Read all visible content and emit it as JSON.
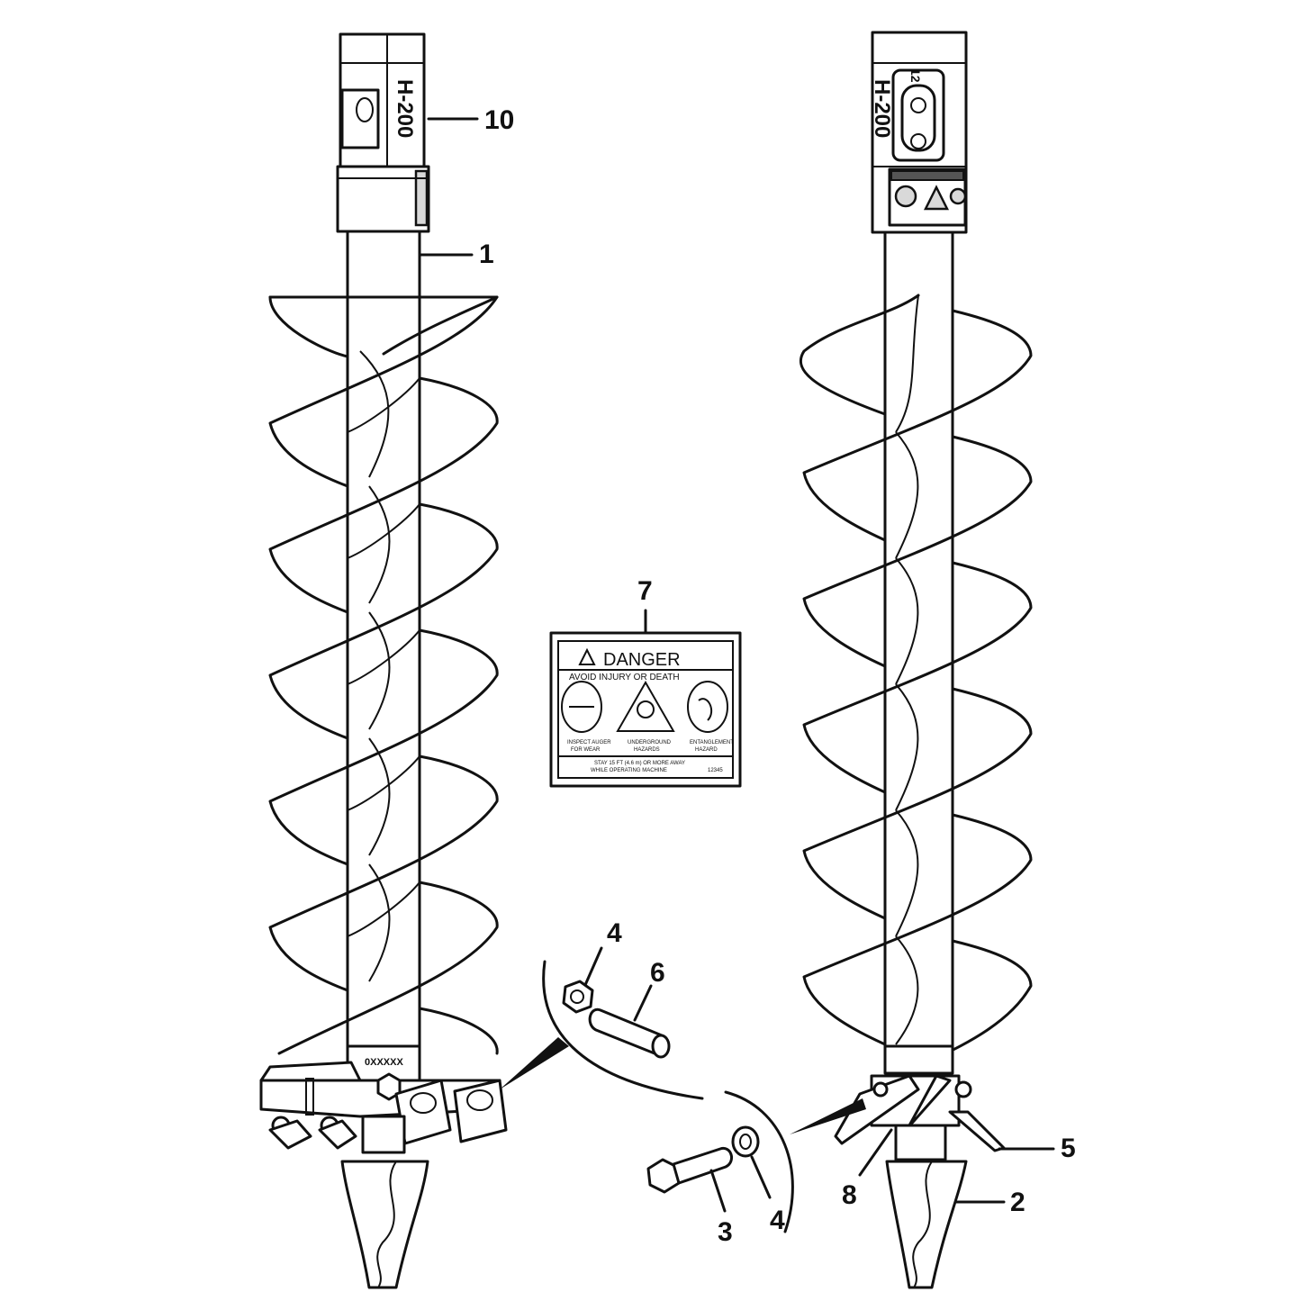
{
  "callouts": {
    "c10": "10",
    "c1": "1",
    "c7": "7",
    "c4a": "4",
    "c6": "6",
    "c5": "5",
    "c8": "8",
    "c2": "2",
    "c3": "3",
    "c4b": "4"
  },
  "left_auger": {
    "model_text": "H-200",
    "stamp_text": "0XXXXX"
  },
  "right_auger": {
    "model_text": "H-200",
    "size_text": "12"
  },
  "decal": {
    "title": "DANGER",
    "subtitle": "AVOID INJURY OR DEATH",
    "left_caption": "INSPECT AUGER",
    "left_caption2": "FOR WEAR",
    "center_caption": "UNDERGROUND",
    "center_caption2": "HAZARDS",
    "right_caption": "ENTANGLEMENT",
    "right_caption2": "HAZARD",
    "footer1": "STAY 15 FT (4.6 m) OR MORE AWAY",
    "footer2": "WHILE OPERATING MACHINE",
    "code": "12345"
  },
  "colors": {
    "line": "#111111",
    "background": "#ffffff"
  }
}
